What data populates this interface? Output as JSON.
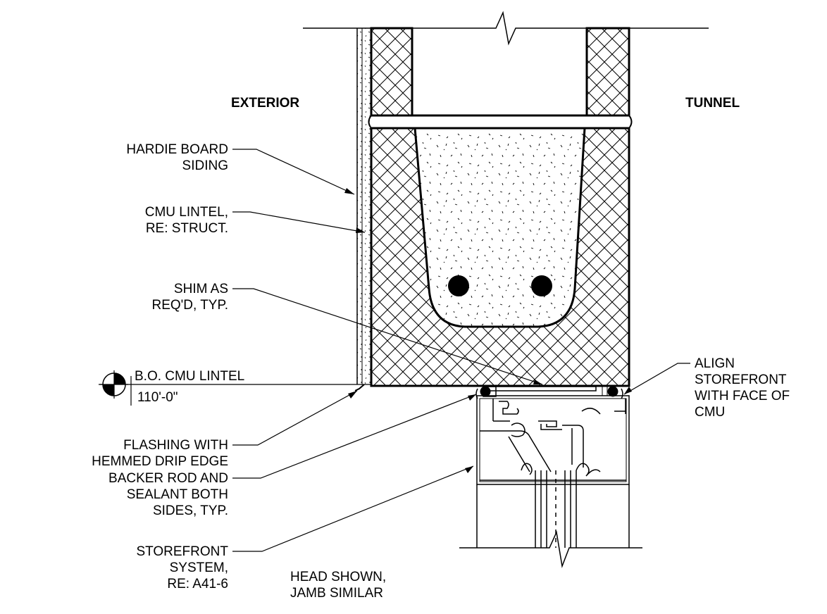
{
  "regions": {
    "exterior": "EXTERIOR",
    "interior": "TUNNEL"
  },
  "callouts": {
    "hardie": [
      "HARDIE BOARD",
      "SIDING"
    ],
    "cmu_lintel": [
      "CMU LINTEL,",
      "RE: STRUCT."
    ],
    "shim": [
      "SHIM AS",
      "REQ'D, TYP."
    ],
    "flashing": [
      "FLASHING WITH",
      "HEMMED DRIP EDGE"
    ],
    "backer_rod": [
      "BACKER ROD AND",
      "SEALANT BOTH",
      "SIDES, TYP."
    ],
    "storefront": [
      "STOREFRONT",
      "SYSTEM,",
      "RE: A41-6"
    ],
    "align": [
      "ALIGN",
      "STOREFRONT",
      "WITH FACE OF",
      "CMU"
    ]
  },
  "elevation_marker": {
    "label": "B.O. CMU LINTEL",
    "value": "110'-0\""
  },
  "note": [
    "HEAD SHOWN,",
    "JAMB SIMILAR"
  ]
}
